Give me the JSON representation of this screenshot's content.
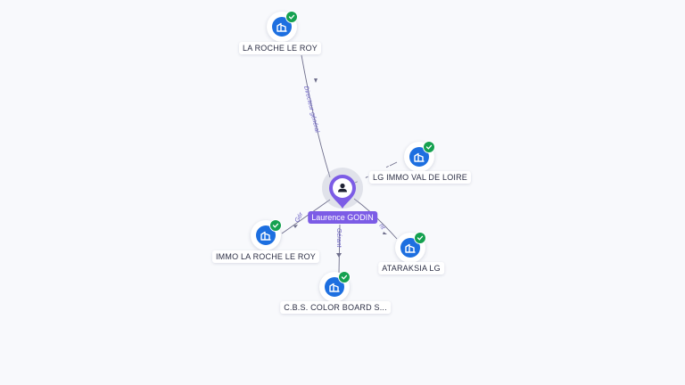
{
  "center": {
    "name": "Laurence GODIN",
    "icon": "person-icon",
    "color": "#7c5ce6"
  },
  "companies": [
    {
      "id": "la-roche-le-roy",
      "name": "LA ROCHE LE ROY",
      "icon": "company-icon",
      "verified": true
    },
    {
      "id": "lg-immo-val-de-loire",
      "name": "LG IMMO VAL DE LOIRE",
      "icon": "company-icon",
      "verified": true
    },
    {
      "id": "immo-la-roche-le-roy",
      "name": "IMMO LA ROCHE LE ROY",
      "icon": "company-icon",
      "verified": true
    },
    {
      "id": "ataraksia-lg",
      "name": "ATARAKSIA LG",
      "icon": "company-icon",
      "verified": true
    },
    {
      "id": "cbs-color-board",
      "name": "C.B.S. COLOR BOARD S...",
      "icon": "company-icon",
      "verified": true
    }
  ],
  "relations": [
    {
      "to": "la-roche-le-roy",
      "label": "Directeur général"
    },
    {
      "to": "lg-immo-val-de-loire",
      "label": ""
    },
    {
      "to": "immo-la-roche-le-roy",
      "label": "Gér"
    },
    {
      "to": "ataraksia-lg",
      "label": "nt"
    },
    {
      "to": "cbs-color-board",
      "label": "Gérant"
    }
  ],
  "colors": {
    "company_icon": "#1d6fe0",
    "verified_badge": "#15a150",
    "edge": "#6f6f8c",
    "edge_label": "#6c62c4",
    "background": "#f8f9fc"
  }
}
